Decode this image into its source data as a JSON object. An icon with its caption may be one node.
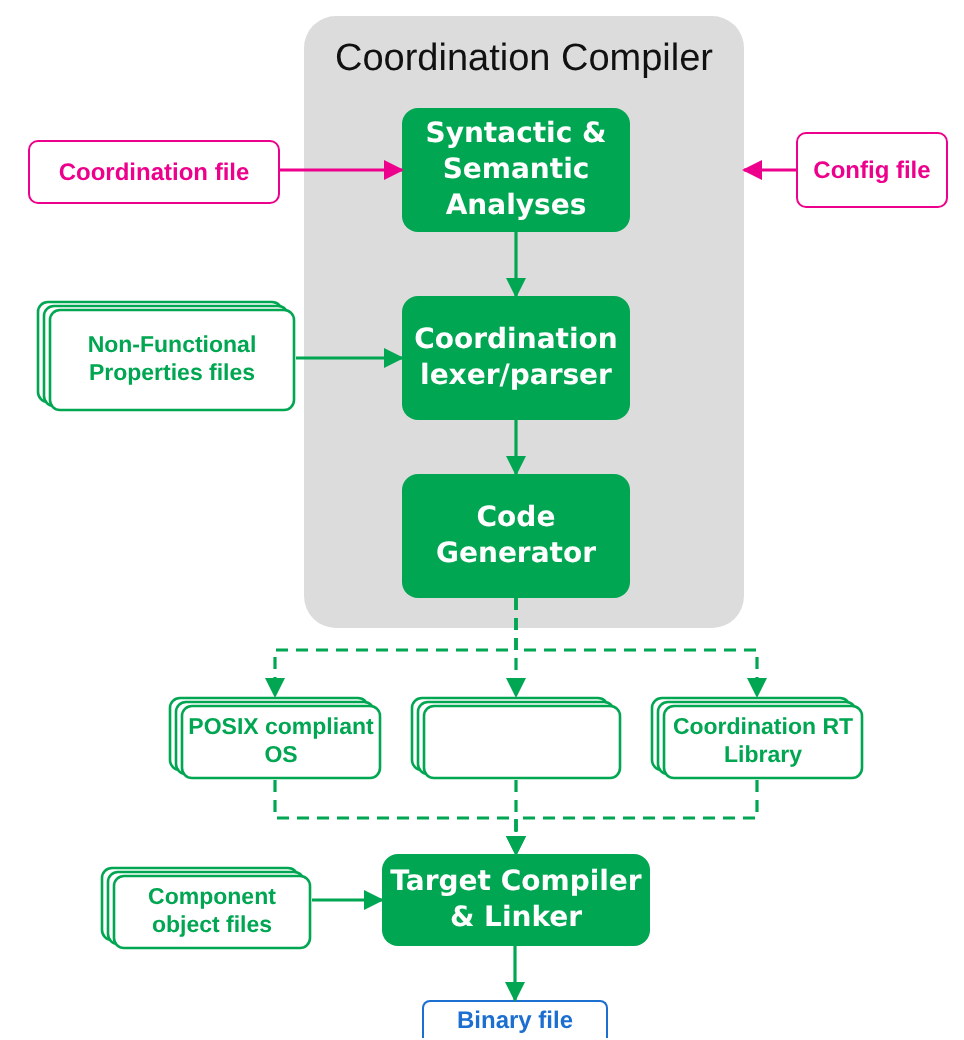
{
  "diagram": {
    "nodes": [
      {
        "text": [
          "Coordination Compiler"
        ]
      },
      {
        "text": [
          "Syntactic & Semantic Analyses"
        ],
        "in": 0
      },
      {
        "text": [
          "Coordination lexer/parser"
        ],
        "in": 0
      },
      {
        "text": [
          "Code Generator"
        ],
        "in": 0
      },
      {
        "text": [
          "Coordination file"
        ]
      },
      {
        "text": [
          "Config file"
        ]
      },
      {
        "text": [
          "Non-Functional Properties files"
        ]
      },
      {
        "text": [
          "POSIX compliant OS"
        ]
      },
      {
        "text": [],
        "shape": "box"
      },
      {
        "text": [
          "Coordination RT Library"
        ]
      },
      {
        "text": [
          "Component object files"
        ]
      },
      {
        "text": [
          "Target Compiler & Linker"
        ]
      },
      {
        "text": [
          "Binary file"
        ]
      }
    ],
    "edges": [
      {
        "from": 4,
        "to": 1,
        "arrow": "to",
        "color": "#ec008c"
      },
      {
        "from": 5,
        "to": 0,
        "arrow": "to",
        "color": "#ec008c"
      },
      {
        "from": 1,
        "to": 2,
        "arrow": "to"
      },
      {
        "from": 6,
        "to": 2,
        "arrow": "to"
      },
      {
        "from": 2,
        "to": 3,
        "arrow": "to"
      },
      {
        "from": 3,
        "to": 7,
        "arrow": "to",
        "style": "dashed"
      },
      {
        "from": 3,
        "to": 8,
        "arrow": "to",
        "style": "dashed"
      },
      {
        "from": 3,
        "to": 9,
        "arrow": "to",
        "style": "dashed"
      },
      {
        "from": 7,
        "to": 11,
        "arrow": "to",
        "style": "dashed"
      },
      {
        "from": 8,
        "to": 11,
        "arrow": "to",
        "style": "dashed"
      },
      {
        "from": 9,
        "to": 11,
        "arrow": "to",
        "style": "dashed"
      },
      {
        "from": 10,
        "to": 11,
        "arrow": "to"
      },
      {
        "from": 11,
        "to": 12,
        "arrow": "to"
      }
    ]
  }
}
